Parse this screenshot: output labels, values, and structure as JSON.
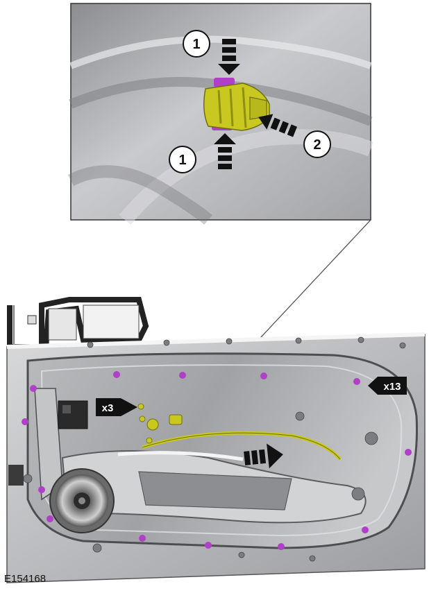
{
  "figure": {
    "id": "E154168"
  },
  "callouts": [
    {
      "label": "1"
    },
    {
      "label": "1"
    },
    {
      "label": "2"
    }
  ],
  "quantities": [
    {
      "label": "x3"
    },
    {
      "label": "x13"
    }
  ],
  "colors": {
    "clip_highlight": "#b040c8",
    "connector_yellow": "#c8c820",
    "outline_black": "#111111",
    "panel_gray": "#a9aaac"
  }
}
